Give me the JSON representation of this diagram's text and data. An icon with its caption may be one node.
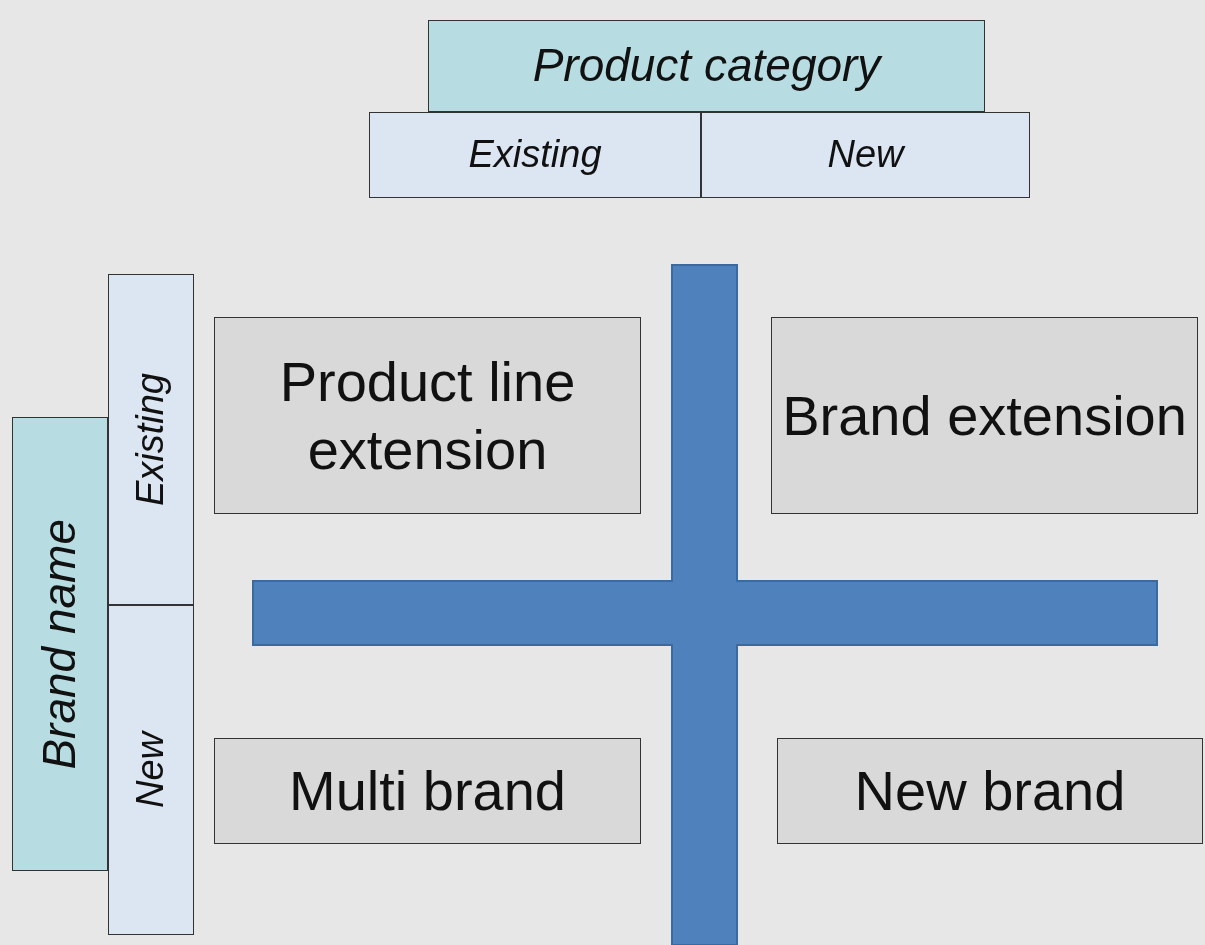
{
  "diagram": {
    "nodes": [
      {
        "text": [
          "Product category"
        ]
      },
      {
        "text": [
          "Existing"
        ]
      },
      {
        "text": [
          "New"
        ]
      },
      {
        "text": [
          "Brand name"
        ]
      },
      {
        "text": [
          "Existing"
        ]
      },
      {
        "text": [
          "New"
        ]
      },
      {
        "text": [
          "Product line extension"
        ]
      },
      {
        "text": [
          "Brand extension"
        ]
      },
      {
        "text": [
          "Multi brand"
        ]
      },
      {
        "text": [
          "New brand"
        ]
      }
    ]
  }
}
